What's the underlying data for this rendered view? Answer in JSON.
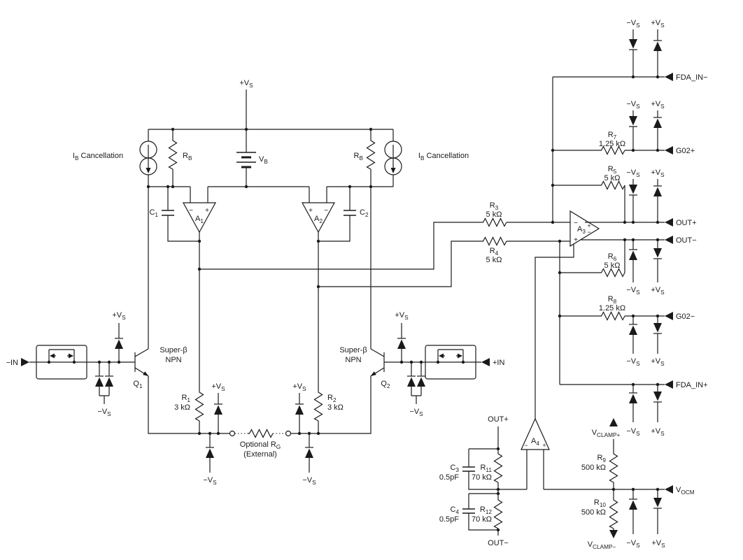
{
  "colors": {
    "ink": "#1a1a1a",
    "background": "#ffffff"
  },
  "power": {
    "pos": "+V_{S}",
    "neg": "−V_{S}"
  },
  "sources": {
    "ib_cancel": "I_{B} Cancellation",
    "rb": "R_{B}",
    "vb": "V_{B}"
  },
  "amps": {
    "a1": "A_{1}",
    "a2": "A_{2}",
    "a3": "A_{3}",
    "a4": "A_{4}",
    "plus": "+",
    "minus": "−"
  },
  "transistors": {
    "q1": "Q_{1}",
    "q2": "Q_{2}",
    "type_line1": "Super-β",
    "type_line2": "NPN"
  },
  "inputs": {
    "neg": "−IN",
    "pos": "+IN"
  },
  "caps": {
    "c1": {
      "name": "C_{1}"
    },
    "c2": {
      "name": "C_{2}"
    },
    "c3": {
      "name": "C_{3}",
      "value": "0.5pF"
    },
    "c4": {
      "name": "C_{4}",
      "value": "0.5pF"
    }
  },
  "resistors": {
    "r1": {
      "name": "R_{1}",
      "value": "3 kΩ"
    },
    "r2": {
      "name": "R_{2}",
      "value": "3 kΩ"
    },
    "r3": {
      "name": "R_{3}",
      "value": "5 kΩ"
    },
    "r4": {
      "name": "R_{4}",
      "value": "5 kΩ"
    },
    "r5": {
      "name": "R_{5}",
      "value": "5 kΩ"
    },
    "r6": {
      "name": "R_{6}",
      "value": "5 kΩ"
    },
    "r7": {
      "name": "R_{7}",
      "value": "1.25 kΩ"
    },
    "r8": {
      "name": "R_{8}",
      "value": "1.25 kΩ"
    },
    "r9": {
      "name": "R_{9}",
      "value": "500 kΩ"
    },
    "r10": {
      "name": "R_{10}",
      "value": "500 kΩ"
    },
    "r11": {
      "name": "R_{11}",
      "value": "70 kΩ"
    },
    "r12": {
      "name": "R_{12}",
      "value": "70 kΩ"
    },
    "rg_line1": "Optional R_{G}",
    "rg_line2": "(External)"
  },
  "pins": {
    "fda_in_neg": "FDA_IN−",
    "g02_pos": "G02+",
    "out_pos": "OUT+",
    "out_neg": "OUT−",
    "g02_neg": "G02−",
    "fda_in_pos": "FDA_IN+",
    "vocm": "V_{OCM}",
    "vclamp_pos": "V_{CLAMP+}",
    "vclamp_neg": "V_{CLAMP−}"
  },
  "nets": {
    "out_pos": "OUT+",
    "out_neg": "OUT−"
  }
}
